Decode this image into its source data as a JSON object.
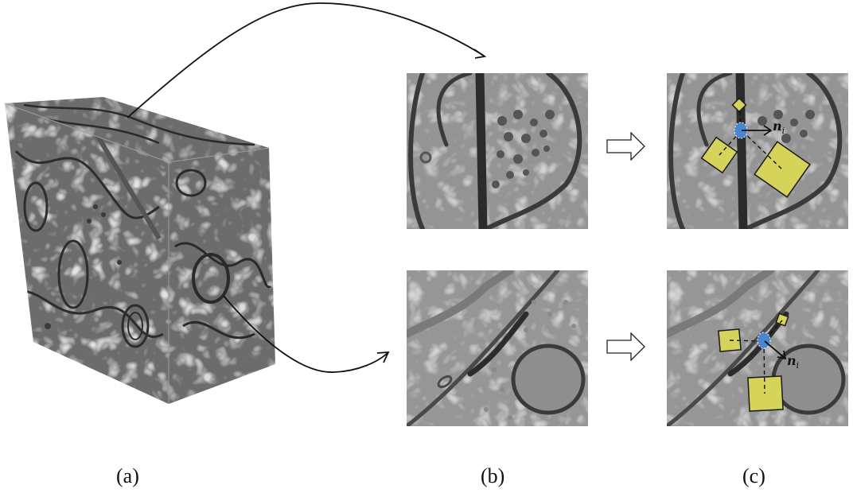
{
  "figure": {
    "captions": {
      "a": "(a)",
      "b": "(b)",
      "c": "(c)"
    },
    "panel_a": {
      "description": "3D EM image volume (block) with textured faces",
      "arrows_to": [
        "top-b",
        "bottom-b"
      ]
    },
    "panel_b": {
      "top": {
        "description": "EM patch: synapse with vesicle cluster"
      },
      "bottom": {
        "description": "EM patch: membrane contact near mitochondrion"
      }
    },
    "transform_arrow": {
      "icon": "hollow-right-arrow"
    },
    "panel_c": {
      "top": {
        "normal_label": "n",
        "normal_subscript": "i",
        "normal_direction": "right",
        "feature_boxes": 3
      },
      "bottom": {
        "normal_label": "n",
        "normal_subscript": "i",
        "normal_direction": "down-right",
        "feature_boxes": 3
      }
    },
    "colors": {
      "feature_box_fill": "#d6d35a",
      "feature_box_stroke": "#1a1a1a",
      "center_point": "#4a86d0",
      "em_background": "#c8c8c8",
      "em_membrane": "#3a3a3a"
    }
  }
}
